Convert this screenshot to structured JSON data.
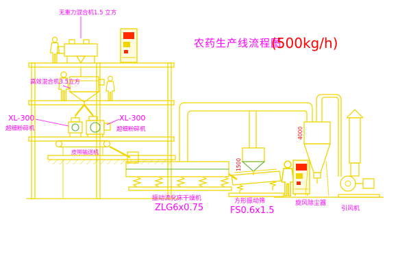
{
  "title": {
    "main": "农药生产线流程图",
    "capacity": "(500kg/h)"
  },
  "labels": {
    "top_mixer": "无重力混合机1.5 立方",
    "second_mixer": "高效混合机3.5立方",
    "mill_left_model": "XL-300",
    "mill_left_name": "超细粉碎机",
    "mill_right_model": "XL-300",
    "mill_right_name": "超细粉碎机",
    "belt_conveyor": "皮带输送机",
    "dryer_name": "振动流化床干燥机",
    "dryer_model": "ZLG6x0.75",
    "screen_name": "方形振动筛",
    "screen_model": "FS0.6x1.5",
    "cyclone": "旋风除尘器",
    "fan": "引风机"
  },
  "dims": {
    "cyclone": "4000",
    "hopper": "1500"
  },
  "colors": {
    "line_yellow": "#f0d500",
    "detail_green": "#58b030",
    "text_magenta": "#ff00ff",
    "text_red": "#ff0000",
    "cabinet_screen_red": "#ff2a00",
    "background": "#ffffff"
  }
}
